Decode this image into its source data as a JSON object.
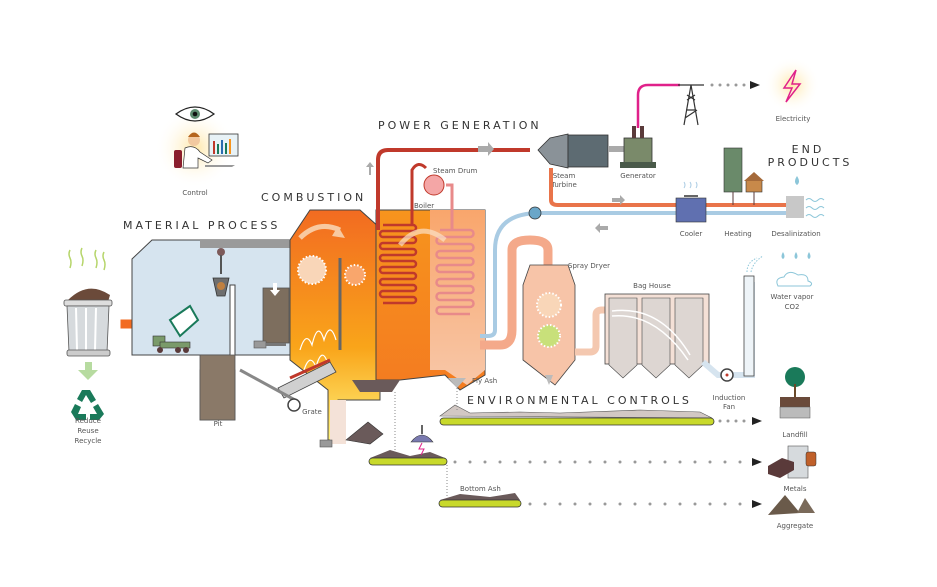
{
  "title": "Waste-to-Energy Plant Process",
  "sections": {
    "material_process": "MATERIAL PROCESS",
    "combustion": "COMBUSTION",
    "power_generation": "POWER GENERATION",
    "end_products_line1": "END",
    "end_products_line2": "PRODUCTS",
    "environmental_controls": "ENVIRONMENTAL CONTROLS"
  },
  "labels": {
    "control": "Control",
    "reduce": "Reduce",
    "reuse": "Reuse",
    "recycle": "Recycle",
    "pit": "Pit",
    "grate": "Grate",
    "steam_drum": "Steam Drum",
    "boiler": "Boiler",
    "steam_turbine_1": "Steam",
    "steam_turbine_2": "Turbine",
    "generator": "Generator",
    "electricity": "Electricity",
    "cooler": "Cooler",
    "heating": "Heating",
    "desalinization": "Desalinization",
    "water_vapor": "Water vapor",
    "co2": "CO2",
    "spray_dryer": "Spray Dryer",
    "bag_house": "Bag House",
    "fly_ash": "Fly Ash",
    "induction_fan_1": "Induction",
    "induction_fan_2": "Fan",
    "landfill": "Landfill",
    "metals": "Metals",
    "aggregate": "Aggregate",
    "bottom_ash": "Bottom Ash"
  },
  "colors": {
    "flame": "#f26b21",
    "boiler": "#f7941d",
    "steam_pipe": "#c0392b",
    "cool_pipe": "#a9cbe3",
    "conveyor": "#c8d92b",
    "power_line": "#e0218a",
    "recycle": "#1a7a5a"
  }
}
